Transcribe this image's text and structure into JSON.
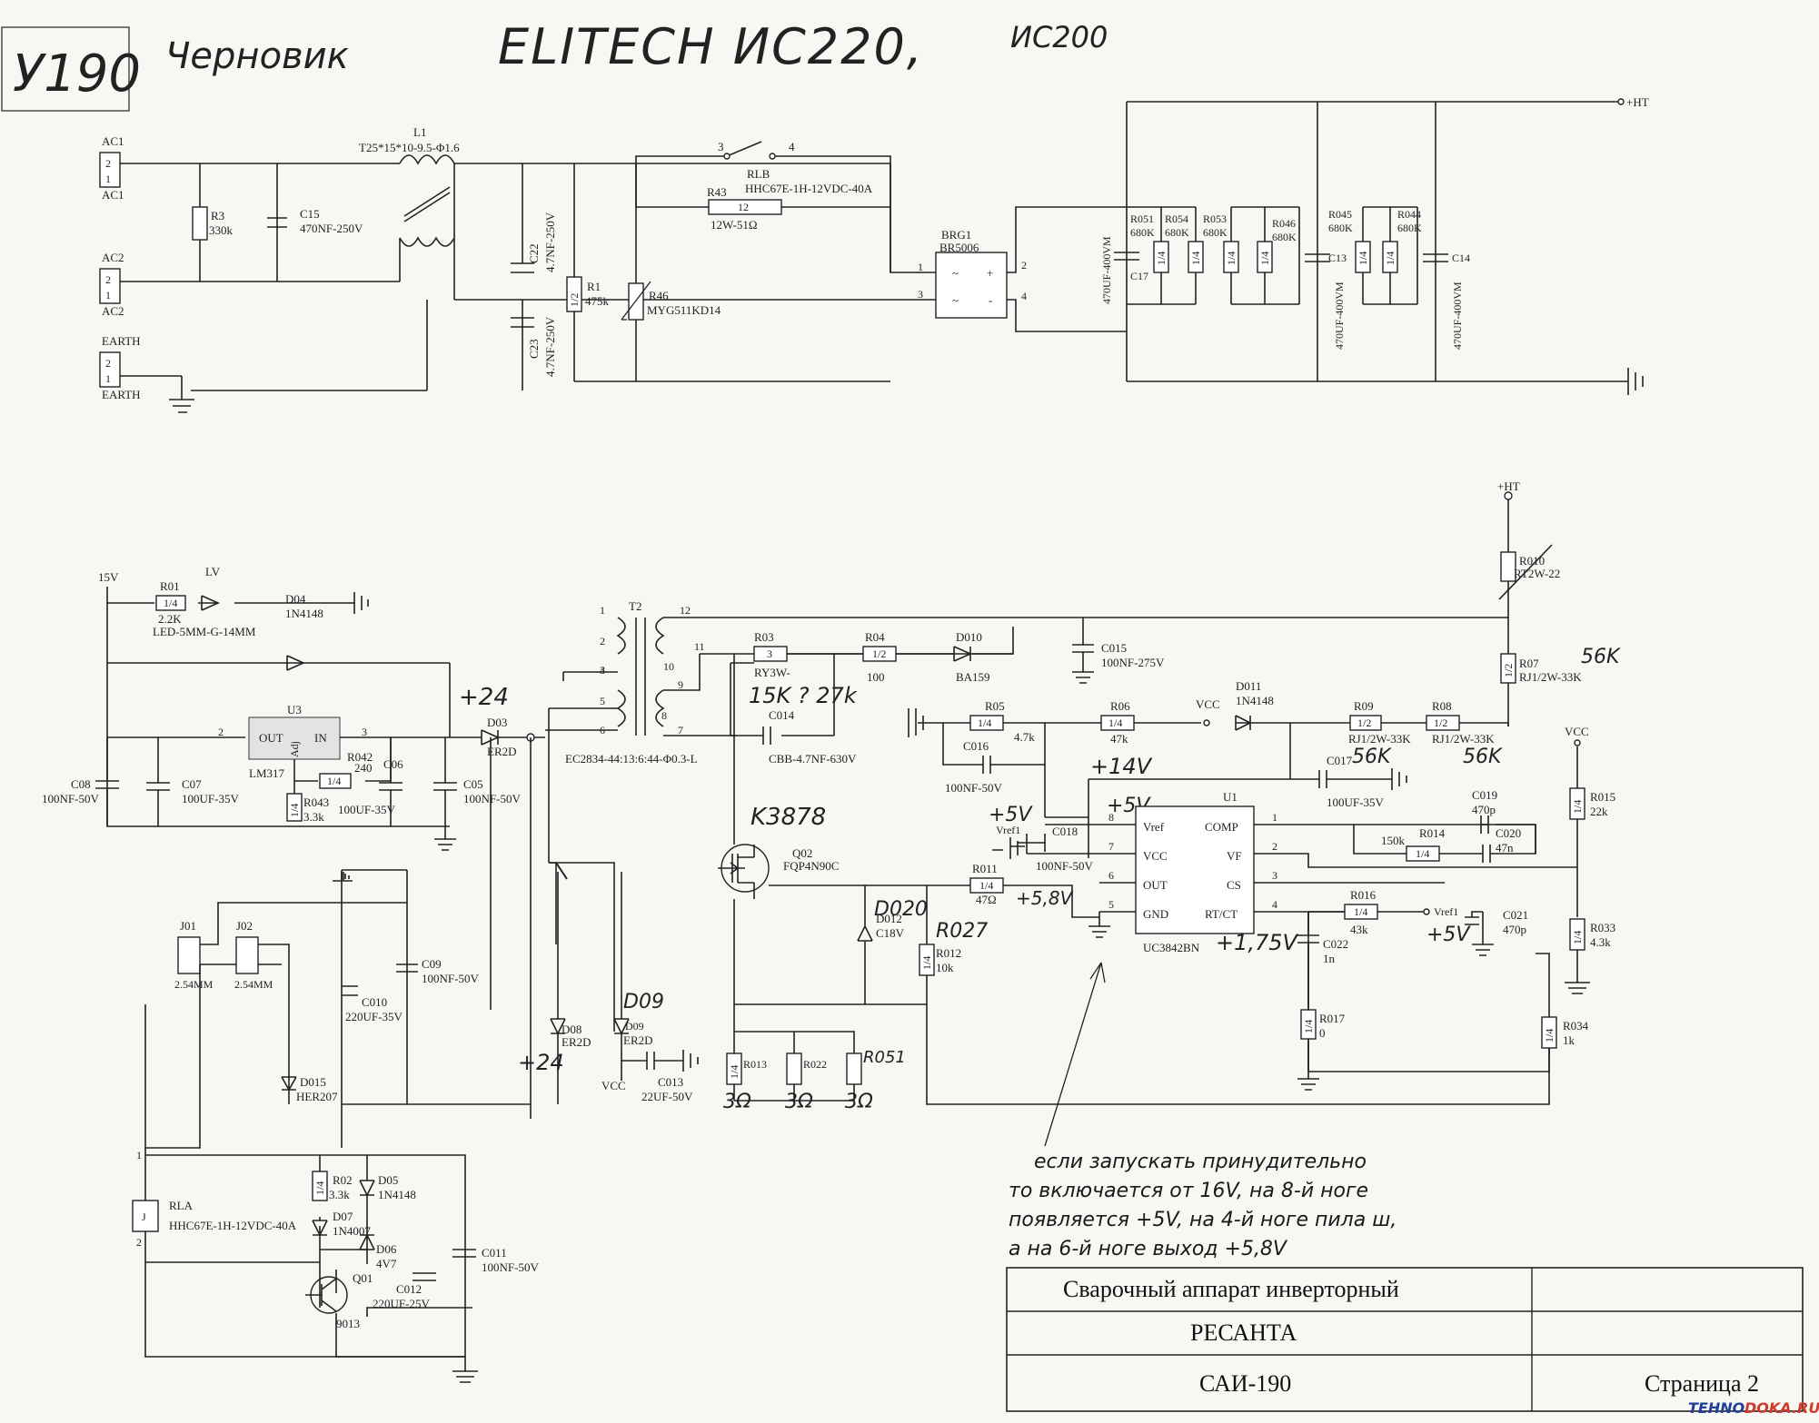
{
  "header": {
    "stamp": "У190",
    "draft": "Черновик",
    "model_main": "ELITECH ИС220,",
    "model_alt": "ИС200"
  },
  "connectors": {
    "ac1_top": "AC1",
    "ac1_bottom": "AC1",
    "ac2_top": "AC2",
    "ac2_bottom": "AC2",
    "earth_top": "EARTH",
    "earth_bottom": "EARTH",
    "pin2": "2",
    "pin1": "1",
    "ht_top": "+HT",
    "ht_mid": "+HT"
  },
  "input_stage": {
    "l1": "L1",
    "l1_spec": "T25*15*10-9.5-Φ1.6",
    "r3": "R3",
    "r3_val": "330k",
    "c15": "C15",
    "c15_val": "470NF-250V",
    "c22": "C22",
    "c22_val": "4.7NF-250V",
    "c23": "C23",
    "c23_val": "4.7NF-250V",
    "r1": "R1",
    "r1_val": "475k",
    "r1_code": "1/2",
    "r46": "R46",
    "r46_val": "MYG511KD14",
    "relay_contacts": "RLB",
    "relay_spec": "HHC67E-1H-12VDC-40A",
    "pin3": "3",
    "pin4": "4",
    "r43": "R43",
    "r43_val": "12W-51Ω",
    "r43_code": "12",
    "brg": "BRG1",
    "brg_val": "BR5006",
    "brg_p1": "1",
    "brg_p2": "2",
    "brg_p3": "3",
    "brg_p4": "4"
  },
  "bulk_caps": {
    "cap_val": "470UF-400VM",
    "c17": "C17",
    "c13": "C13",
    "c14": "C14",
    "r051": "R051",
    "r054": "R054",
    "r053": "R053",
    "r046": "R046",
    "r045": "R045",
    "r044": "R044",
    "r_val": "680K",
    "r_code": "1/4"
  },
  "supply": {
    "v15": "15V",
    "r01": "R01",
    "r01_val": "2.2K",
    "r01_code": "1/4",
    "lv": "LV",
    "led": "LED-5MM-G-14MM",
    "d04": "D04",
    "d04_val": "1N4148",
    "u3": "U3",
    "u3_part": "LM317",
    "u3_out": "OUT",
    "u3_in": "IN",
    "u3_adj": "Adj",
    "u3_p2": "2",
    "u3_p3": "3",
    "r042": "R042",
    "r042_val": "240",
    "r042_code": "1/4",
    "r043": "R043",
    "r043_val": "3.3k",
    "r043_code": "1/4",
    "c08": "C08",
    "c08_val": "100NF-50V",
    "c07": "C07",
    "c07_val": "100UF-35V",
    "c06": "C06",
    "c06_val": "100UF-35V",
    "c05": "C05",
    "c05_val": "100NF-50V",
    "hw_24": "+24"
  },
  "transformer": {
    "t2": "T2",
    "t2_spec": "EC2834-44:13:6:44-Φ0.3-L",
    "pins": [
      "1",
      "2",
      "3",
      "4",
      "5",
      "6",
      "12",
      "11",
      "10",
      "9",
      "8",
      "7"
    ],
    "d03": "D03",
    "d03_val": "ER2D"
  },
  "snubber": {
    "r03": "R03",
    "r03_val": "RY3W-",
    "r03_code": "3",
    "hw_r03": "15K ? 27k",
    "r04": "R04",
    "r04_val": "100",
    "r04_code": "1/2",
    "d010": "D010",
    "d010_val": "BA159",
    "c014": "C014",
    "c014_val": "CBB-4.7NF-630V",
    "c015": "C015",
    "c015_val": "100NF-275V",
    "r010": "R010",
    "r010_val": "RT2W-22",
    "r07": "R07",
    "r07_val": "RJ1/2W-33K",
    "r07_code": "1/2",
    "hw_r07": "56K"
  },
  "pwm": {
    "r05": "R05",
    "r05_val": "4.7k",
    "r05_code": "1/4",
    "r06": "R06",
    "r06_val": "47k",
    "r06_code": "1/4",
    "vcc": "VCC",
    "vcc2": "VCC",
    "d011": "D011",
    "d011_val": "1N4148",
    "r09": "R09",
    "r09_val": "RJ1/2W-33K",
    "r09_code": "1/2",
    "hw_r09": "56K",
    "r08": "R08",
    "r08_val": "RJ1/2W-33K",
    "r08_code": "1/2",
    "hw_r08": "56K",
    "c016": "C016",
    "c016_val": "100NF-50V",
    "c017": "C017",
    "c017_val": "100UF-35V",
    "hw_14": "+14V",
    "hw_5a": "+5V",
    "hw_5b": "+5V",
    "hw_5c": "+5V",
    "vref1": "Vref1",
    "vref1b": "Vref1",
    "c018": "C018",
    "c018_val": "100NF-50V",
    "u1": "U1",
    "u1_part": "UC3842BN",
    "u1_pins_left": [
      "Vref",
      "VCC",
      "OUT",
      "GND"
    ],
    "u1_pins_right": [
      "COMP",
      "VF",
      "CS",
      "RT/CT"
    ],
    "u1_num_left": [
      "8",
      "7",
      "6",
      "5"
    ],
    "u1_num_right": [
      "1",
      "2",
      "3",
      "4"
    ],
    "c019": "C019",
    "c019_val": "470p",
    "r014": "R014",
    "r014_val": "150k",
    "r014_code": "1/4",
    "c020": "C020",
    "c020_val": "47n",
    "r015": "R015",
    "r015_val": "22k",
    "r015_code": "1/4",
    "r016": "R016",
    "r016_val": "43k",
    "r016_code": "1/4",
    "c021": "C021",
    "c021_val": "470p",
    "c022": "C022",
    "c022_val": "1n",
    "r017": "R017",
    "r017_val": "0",
    "r017_code": "1/4",
    "r033": "R033",
    "r033_val": "4.3k",
    "r033_code": "1/4",
    "r034": "R034",
    "r034_val": "1k",
    "r034_code": "1/4",
    "hw_175": "+1,75V"
  },
  "switch": {
    "hw_k3878": "K3878",
    "q02": "Q02",
    "q02_val": "FQP4N90C",
    "r011": "R011",
    "r011_val": "47Ω",
    "r011_code": "1/4",
    "hw_58": "+5,8V",
    "d012": "D012",
    "d012_val": "C18V",
    "hw_d020": "D020",
    "r012": "R012",
    "r012_val": "10k",
    "r012_code": "1/4",
    "hw_r027": "R027",
    "r013": "R013",
    "r022": "R022",
    "r051s": "R051",
    "hw_3ohm": "3Ω",
    "r013_code": "1/4"
  },
  "relay_driver": {
    "j01": "J01",
    "j02": "J02",
    "j_val": "2.54MM",
    "c010": "C010",
    "c010_val": "220UF-35V",
    "c09": "C09",
    "c09_val": "100NF-50V",
    "d015": "D015",
    "d015_val": "HER207",
    "d08": "D08",
    "d08_val": "ER2D",
    "hw_24b": "+24",
    "d09": "D09",
    "d09_val": "ER2D",
    "hw_d09": "D09",
    "c013": "C013",
    "c013_val": "22UF-50V",
    "vcc": "VCC",
    "rla": "RLA",
    "rla_spec": "HHC67E-1H-12VDC-40A",
    "rla_j": "J",
    "rla_p1": "1",
    "rla_p2": "2",
    "r02": "R02",
    "r02_val": "3.3k",
    "r02_code": "1/4",
    "d05": "D05",
    "d05_val": "1N4148",
    "d07": "D07",
    "d07_val": "1N4007",
    "d06": "D06",
    "d06_val": "4V7",
    "c012": "C012",
    "c012_val": "220UF-25V",
    "c011": "C011",
    "c011_val": "100NF-50V",
    "q01": "Q01",
    "q01_val": "9013"
  },
  "note_lines": [
    "если запускать принудительно",
    "то включается от 16V, на 8-й ноге",
    "появляется +5V, на 4-й ноге пила ш,",
    "а на 6-й ноге выход +5,8V"
  ],
  "title_block": {
    "row1": "Сварочный аппарат инверторный",
    "row2": "РЕСАНТА",
    "row3": "САИ-190",
    "page": "Страница 2"
  },
  "watermark": {
    "left": "TEHNO",
    "right": "DOKA.RU",
    "left_color": "#1f3f9a",
    "right_color": "#d03a2a"
  }
}
